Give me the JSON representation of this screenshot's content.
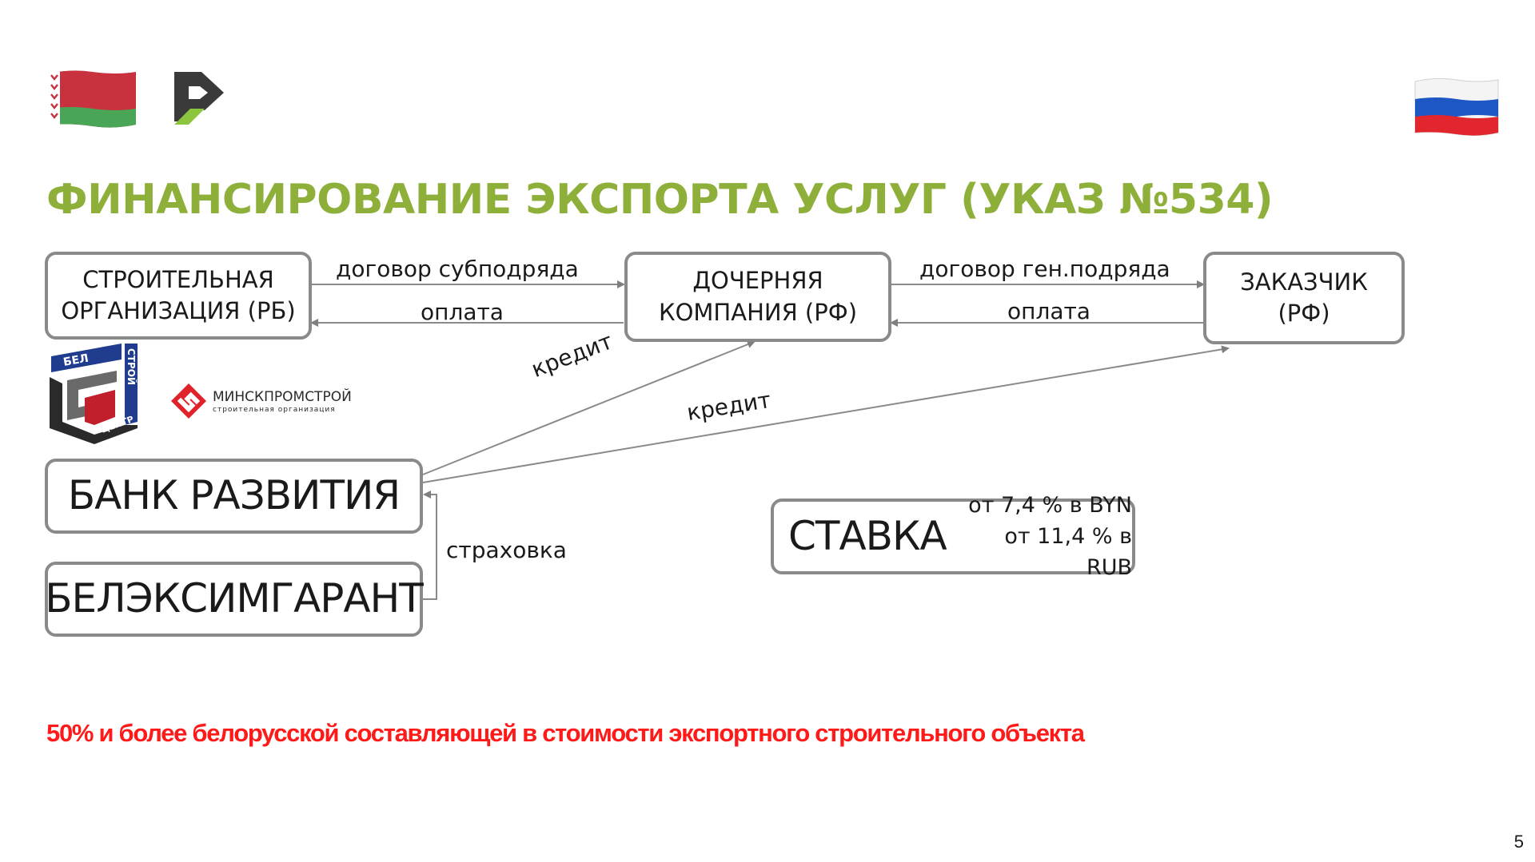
{
  "title": "ФИНАНСИРОВАНИЕ ЭКСПОРТА УСЛУГ (УКАЗ №534)",
  "nodes": {
    "builder": {
      "line1": "СТРОИТЕЛЬНАЯ",
      "line2": "ОРГАНИЗАЦИЯ (РБ)"
    },
    "subsidiary": {
      "line1": "ДОЧЕРНЯЯ",
      "line2": "КОМПАНИЯ (РФ)"
    },
    "customer": {
      "line1": "ЗАКАЗЧИК",
      "line2": "(РФ)"
    },
    "bank": "БАНК РАЗВИТИЯ",
    "insurer": "БЕЛЭКСИМГАРАНТ"
  },
  "edges": {
    "subcontract": "договор субподряда",
    "payment_1": "оплата",
    "general_contract": "договор ген.подряда",
    "payment_2": "оплата",
    "credit_1": "кредит",
    "credit_2": "кредит",
    "insurance": "страховка"
  },
  "rate": {
    "label": "СТАВКА",
    "byn": "от 7,4 % в BYN",
    "rub": "от 11,4 % в RUB"
  },
  "logos": {
    "belstroy_top": "БЕЛ",
    "belstroy_right": "СТРОЙ",
    "belstroy_bottom": "ЦЕНТР",
    "minsk_name": "МИНСКПРОМСТРОЙ",
    "minsk_sub": "строительная организация"
  },
  "note": "50% и более белорусской составляющей в стоимости экспортного строительного объекта",
  "page_number": "5",
  "colors": {
    "title": "#8eb03a",
    "note": "#ff1a1a",
    "box_border": "#8a8a8a",
    "arrow": "#7f7f7f",
    "logo_red": "#e0232a"
  },
  "icons": [
    "belarus-flag-icon",
    "company-logo-icon",
    "russia-flag-icon"
  ]
}
